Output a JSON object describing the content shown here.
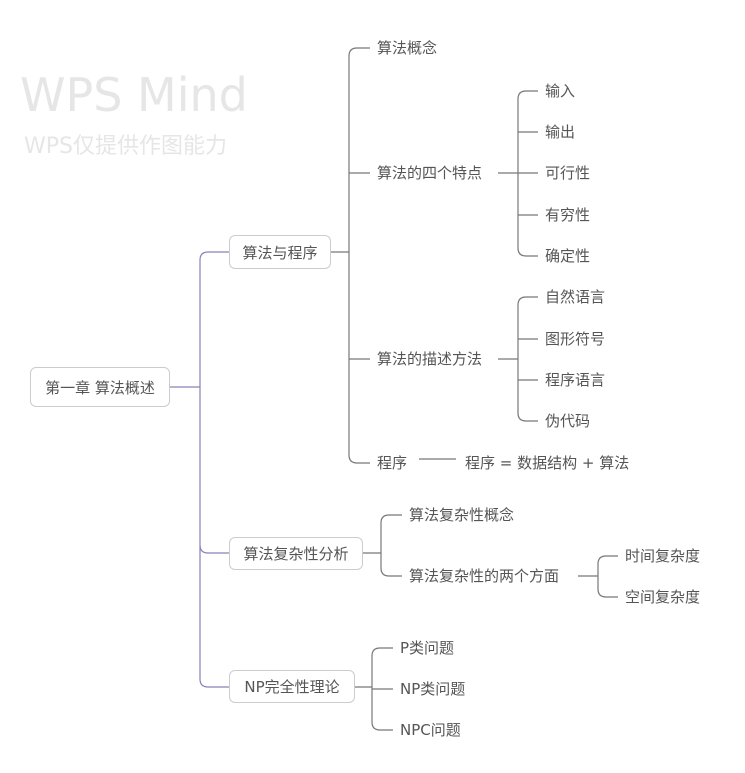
{
  "watermark": {
    "title": "WPS Mind",
    "subtitle": "WPS仅提供作图能力"
  },
  "colors": {
    "primary_line": "#8a80b8",
    "secondary_line": "#777777",
    "text": "#555555"
  },
  "root": {
    "label": "第一章 算法概述"
  },
  "branches": [
    {
      "label": "算法与程序",
      "children": [
        {
          "label": "算法概念"
        },
        {
          "label": "算法的四个特点",
          "children": [
            "输入",
            "输出",
            "可行性",
            "有穷性",
            "确定性"
          ]
        },
        {
          "label": "算法的描述方法",
          "children": [
            "自然语言",
            "图形符号",
            "程序语言",
            "伪代码"
          ]
        },
        {
          "label": "程序",
          "children": [
            "程序 = 数据结构 + 算法"
          ]
        }
      ]
    },
    {
      "label": "算法复杂性分析",
      "children": [
        {
          "label": "算法复杂性概念"
        },
        {
          "label": "算法复杂性的两个方面",
          "children": [
            "时间复杂度",
            "空间复杂度"
          ]
        }
      ]
    },
    {
      "label": "NP完全性理论",
      "children": [
        {
          "label": "P类问题"
        },
        {
          "label": "NP类问题"
        },
        {
          "label": "NPC问题"
        }
      ]
    }
  ]
}
